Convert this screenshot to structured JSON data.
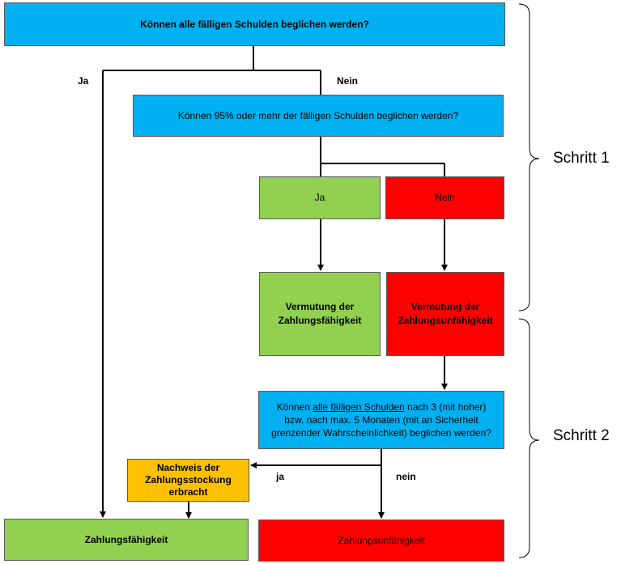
{
  "q1": "Können alle fälligen  Schulden beglichen werden?",
  "label_ja_left": "Ja",
  "label_nein_top": "Nein",
  "q2": "Können 95% oder mehr der fälligen Schulden beglichen werden?",
  "box_ja": "Ja",
  "box_nein": "Nein",
  "vermutung_zf": "Vermutung der Zahlungsfähigkeit",
  "vermutung_zu": "Vermutung der Zahlungsunfähigkeit",
  "q3": {
    "part1": "Können ",
    "underlined": "alle fälligen  Schulden",
    "part2": " nach 3 (mit hoher) bzw. nach max. 5 Monaten (mit an Sicherheit grenzender Wahrscheinlichkeit) beglichen werden?"
  },
  "nachweis": "Nachweis der Zahlungsstockung erbracht",
  "label_ja_small": "ja",
  "label_nein_small": "nein",
  "zahlungsfaehigkeit": "Zahlungsfähigkeit",
  "zahlungsunfaehigkeit": "Zahlungsunfähigkeit",
  "schritt1": "Schritt 1",
  "schritt2": "Schritt 2",
  "colors": {
    "blue": "#00b0f0",
    "green": "#92d050",
    "red": "#ff0000",
    "orange": "#ffc000"
  }
}
